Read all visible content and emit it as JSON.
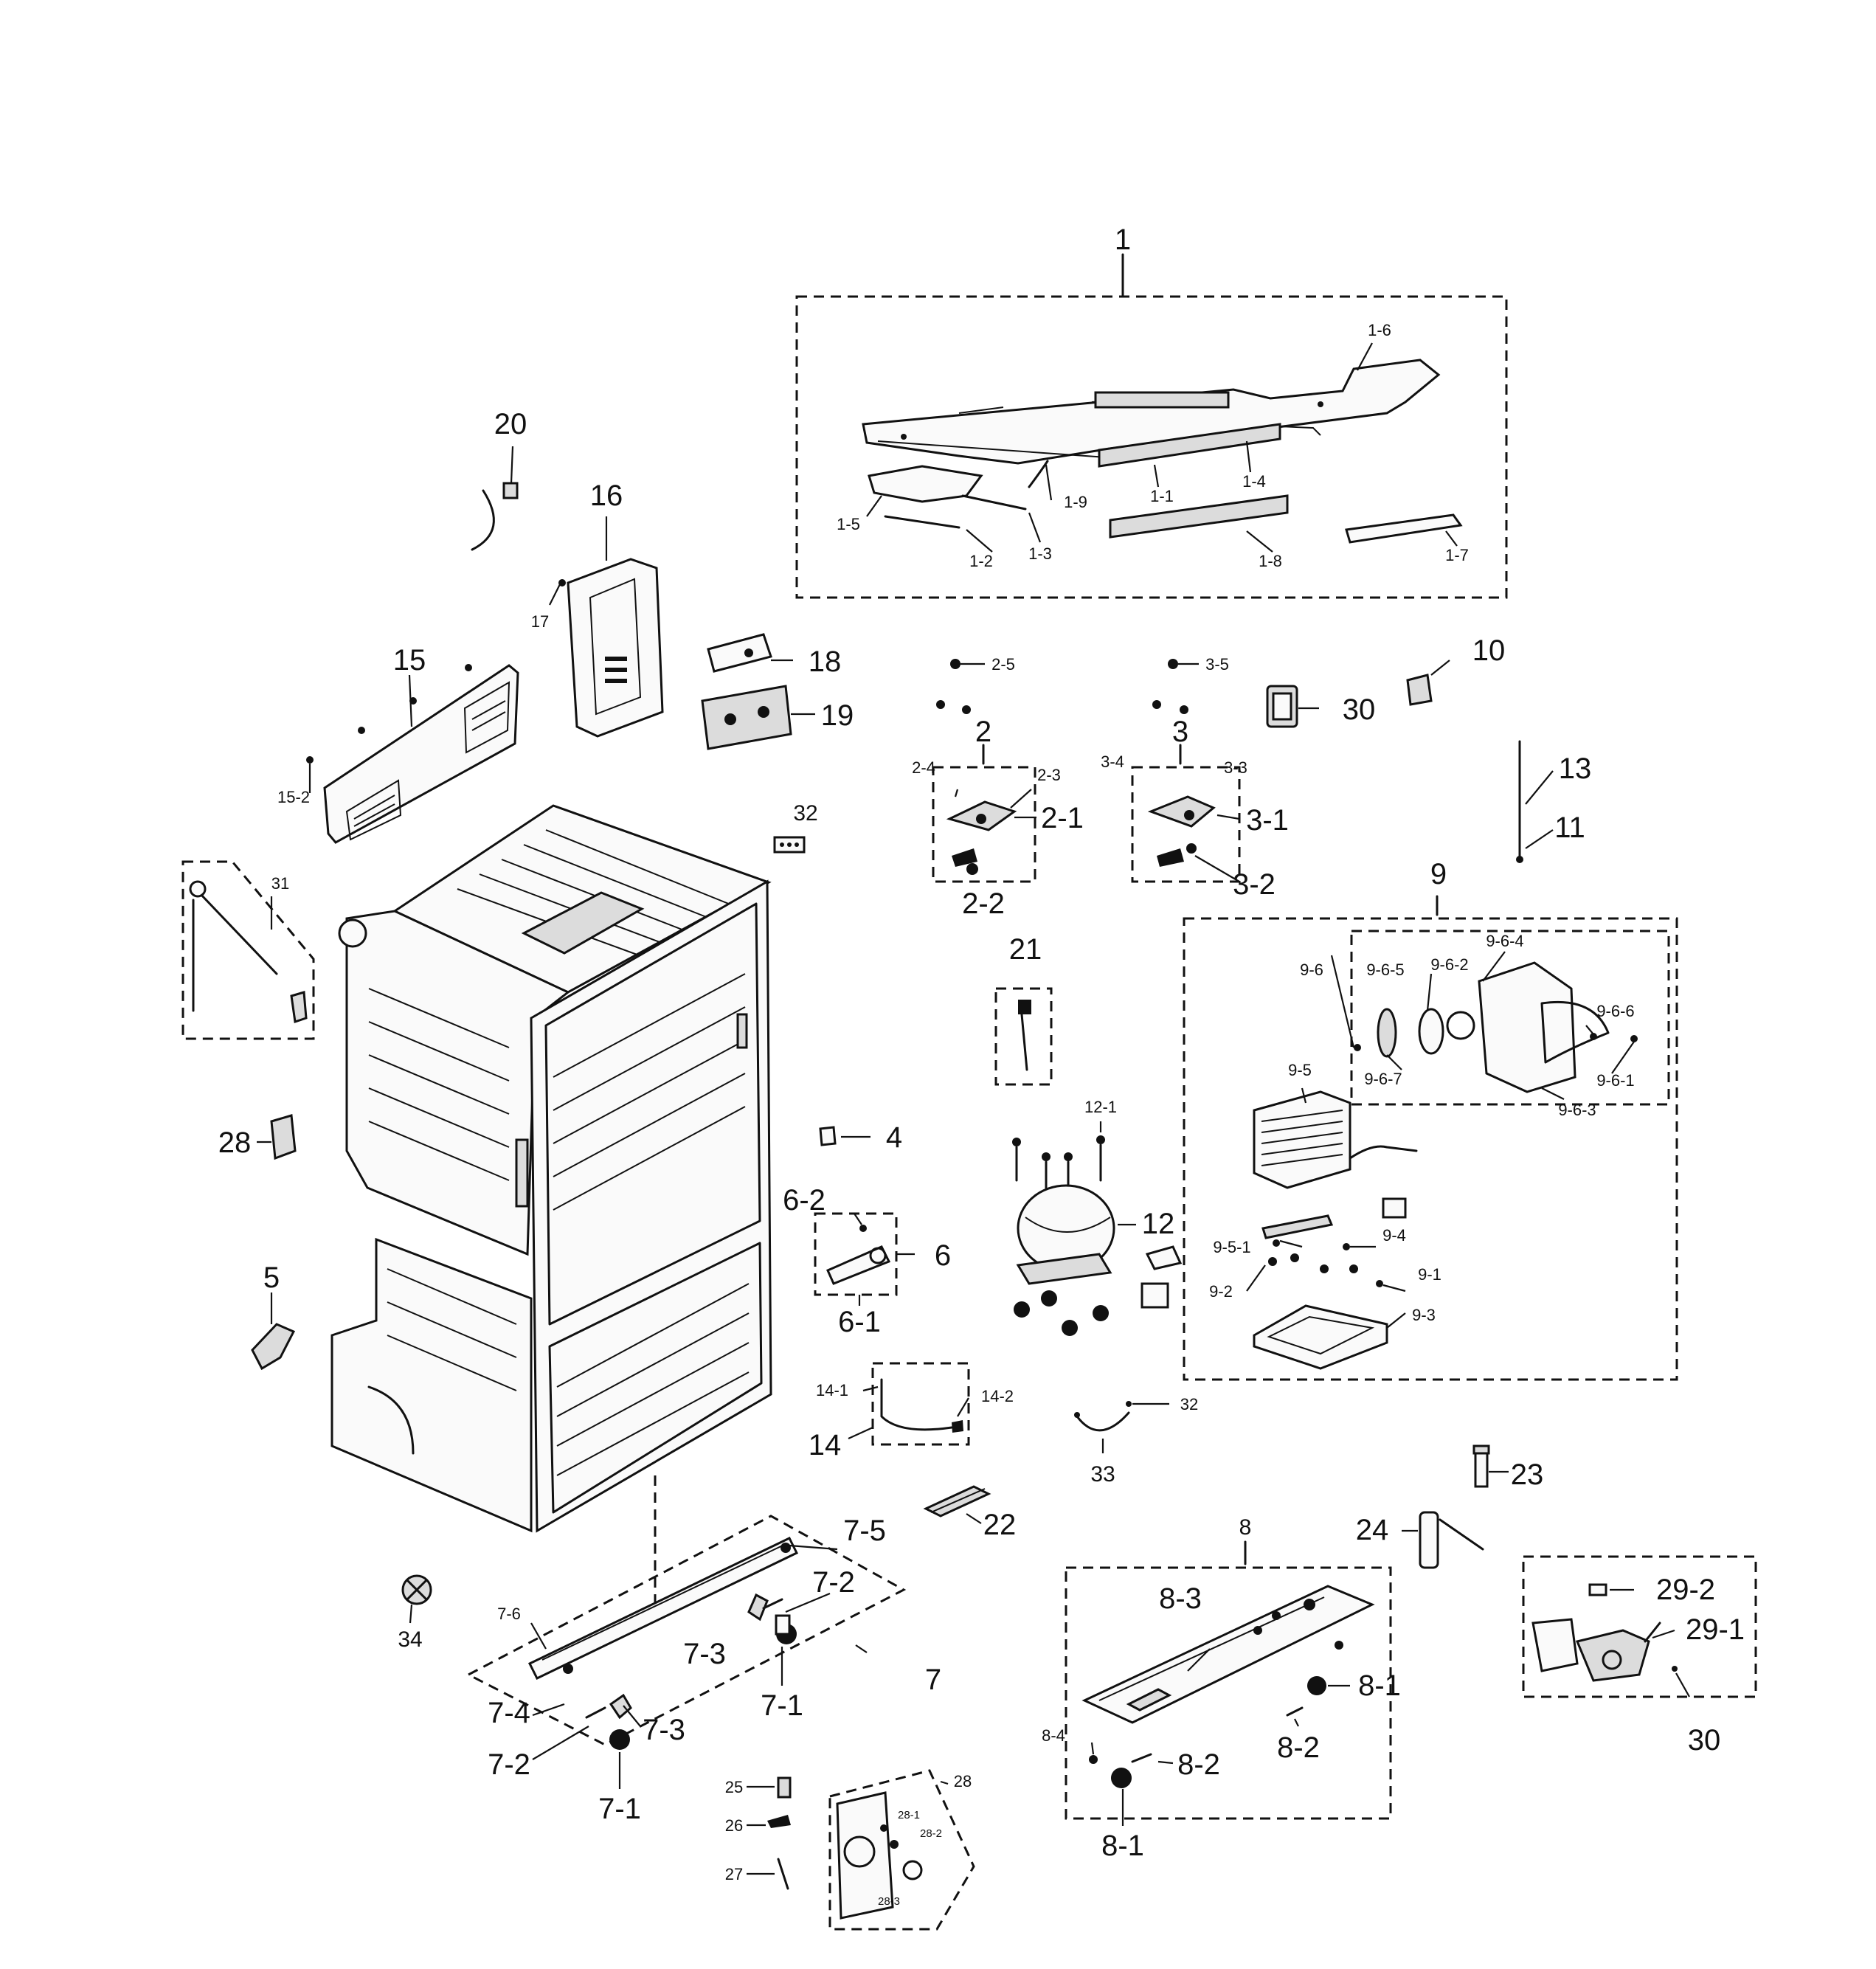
{
  "callouts": [
    {
      "id": "c-1",
      "text": "1",
      "size": "big"
    },
    {
      "id": "c-1-6",
      "text": "1-6",
      "size": "sml"
    },
    {
      "id": "c-1-1",
      "text": "1-1",
      "size": "sml"
    },
    {
      "id": "c-1-4",
      "text": "1-4",
      "size": "sml"
    },
    {
      "id": "c-1-9",
      "text": "1-9",
      "size": "sml"
    },
    {
      "id": "c-1-5",
      "text": "1-5",
      "size": "sml"
    },
    {
      "id": "c-1-2",
      "text": "1-2",
      "size": "sml"
    },
    {
      "id": "c-1-3",
      "text": "1-3",
      "size": "sml"
    },
    {
      "id": "c-1-8",
      "text": "1-8",
      "size": "sml"
    },
    {
      "id": "c-1-7",
      "text": "1-7",
      "size": "sml"
    },
    {
      "id": "c-20",
      "text": "20",
      "size": "big"
    },
    {
      "id": "c-16",
      "text": "16",
      "size": "big"
    },
    {
      "id": "c-17",
      "text": "17",
      "size": "sml"
    },
    {
      "id": "c-15",
      "text": "15",
      "size": "big"
    },
    {
      "id": "c-15-2",
      "text": "15-2",
      "size": "sml"
    },
    {
      "id": "c-18",
      "text": "18",
      "size": "big"
    },
    {
      "id": "c-19",
      "text": "19",
      "size": "big"
    },
    {
      "id": "c-2-5",
      "text": "2-5",
      "size": "sml"
    },
    {
      "id": "c-2",
      "text": "2",
      "size": "big"
    },
    {
      "id": "c-2-4",
      "text": "2-4",
      "size": "sml"
    },
    {
      "id": "c-2-3",
      "text": "2-3",
      "size": "sml"
    },
    {
      "id": "c-2-1",
      "text": "2-1",
      "size": "big"
    },
    {
      "id": "c-2-2",
      "text": "2-2",
      "size": "big"
    },
    {
      "id": "c-3-5",
      "text": "3-5",
      "size": "sml"
    },
    {
      "id": "c-3",
      "text": "3",
      "size": "big"
    },
    {
      "id": "c-3-4",
      "text": "3-4",
      "size": "sml"
    },
    {
      "id": "c-3-3",
      "text": "3-3",
      "size": "sml"
    },
    {
      "id": "c-3-1",
      "text": "3-1",
      "size": "big"
    },
    {
      "id": "c-3-2",
      "text": "3-2",
      "size": "big"
    },
    {
      "id": "c-30a",
      "text": "30",
      "size": "big"
    },
    {
      "id": "c-10",
      "text": "10",
      "size": "big"
    },
    {
      "id": "c-13",
      "text": "13",
      "size": "big"
    },
    {
      "id": "c-11",
      "text": "11",
      "size": "big"
    },
    {
      "id": "c-32a",
      "text": "32",
      "size": "mid"
    },
    {
      "id": "c-31",
      "text": "31",
      "size": "sml"
    },
    {
      "id": "c-9",
      "text": "9",
      "size": "big"
    },
    {
      "id": "c-9-6",
      "text": "9-6",
      "size": "sml"
    },
    {
      "id": "c-9-6-5",
      "text": "9-6-5",
      "size": "sml"
    },
    {
      "id": "c-9-6-2",
      "text": "9-6-2",
      "size": "sml"
    },
    {
      "id": "c-9-6-4",
      "text": "9-6-4",
      "size": "sml"
    },
    {
      "id": "c-9-6-6",
      "text": "9-6-6",
      "size": "sml"
    },
    {
      "id": "c-9-6-7",
      "text": "9-6-7",
      "size": "sml"
    },
    {
      "id": "c-9-6-1",
      "text": "9-6-1",
      "size": "sml"
    },
    {
      "id": "c-9-6-3",
      "text": "9-6-3",
      "size": "sml"
    },
    {
      "id": "c-9-5",
      "text": "9-5",
      "size": "sml"
    },
    {
      "id": "c-9-5-1",
      "text": "9-5-1",
      "size": "sml"
    },
    {
      "id": "c-9-4",
      "text": "9-4",
      "size": "sml"
    },
    {
      "id": "c-9-2",
      "text": "9-2",
      "size": "sml"
    },
    {
      "id": "c-9-1",
      "text": "9-1",
      "size": "sml"
    },
    {
      "id": "c-9-3",
      "text": "9-3",
      "size": "sml"
    },
    {
      "id": "c-21",
      "text": "21",
      "size": "big"
    },
    {
      "id": "c-12-1",
      "text": "12-1",
      "size": "sml"
    },
    {
      "id": "c-12",
      "text": "12",
      "size": "big"
    },
    {
      "id": "c-4",
      "text": "4",
      "size": "big"
    },
    {
      "id": "c-28a",
      "text": "28",
      "size": "big"
    },
    {
      "id": "c-6-2",
      "text": "6-2",
      "size": "big"
    },
    {
      "id": "c-6",
      "text": "6",
      "size": "big"
    },
    {
      "id": "c-6-1",
      "text": "6-1",
      "size": "big"
    },
    {
      "id": "c-5",
      "text": "5",
      "size": "big"
    },
    {
      "id": "c-14-1",
      "text": "14-1",
      "size": "sml"
    },
    {
      "id": "c-14-2",
      "text": "14-2",
      "size": "sml"
    },
    {
      "id": "c-14",
      "text": "14",
      "size": "big"
    },
    {
      "id": "c-32b",
      "text": "32",
      "size": "sml"
    },
    {
      "id": "c-33",
      "text": "33",
      "size": "mid"
    },
    {
      "id": "c-23",
      "text": "23",
      "size": "big"
    },
    {
      "id": "c-22",
      "text": "22",
      "size": "big"
    },
    {
      "id": "c-7-5",
      "text": "7-5",
      "size": "big"
    },
    {
      "id": "c-7-2a",
      "text": "7-2",
      "size": "big"
    },
    {
      "id": "c-7-6",
      "text": "7-6",
      "size": "sml"
    },
    {
      "id": "c-7-3a",
      "text": "7-3",
      "size": "big"
    },
    {
      "id": "c-7",
      "text": "7",
      "size": "big"
    },
    {
      "id": "c-7-1a",
      "text": "7-1",
      "size": "big"
    },
    {
      "id": "c-7-4",
      "text": "7-4",
      "size": "big"
    },
    {
      "id": "c-7-3b",
      "text": "7-3",
      "size": "big"
    },
    {
      "id": "c-7-2b",
      "text": "7-2",
      "size": "big"
    },
    {
      "id": "c-7-1b",
      "text": "7-1",
      "size": "big"
    },
    {
      "id": "c-34",
      "text": "34",
      "size": "mid"
    },
    {
      "id": "c-8",
      "text": "8",
      "size": "mid"
    },
    {
      "id": "c-8-3",
      "text": "8-3",
      "size": "big"
    },
    {
      "id": "c-8-1a",
      "text": "8-1",
      "size": "big"
    },
    {
      "id": "c-8-2a",
      "text": "8-2",
      "size": "big"
    },
    {
      "id": "c-8-4",
      "text": "8-4",
      "size": "sml"
    },
    {
      "id": "c-8-2b",
      "text": "8-2",
      "size": "big"
    },
    {
      "id": "c-8-1b",
      "text": "8-1",
      "size": "big"
    },
    {
      "id": "c-24",
      "text": "24",
      "size": "big"
    },
    {
      "id": "c-29-2",
      "text": "29-2",
      "size": "big"
    },
    {
      "id": "c-29-1",
      "text": "29-1",
      "size": "big"
    },
    {
      "id": "c-30b",
      "text": "30",
      "size": "big"
    },
    {
      "id": "c-25",
      "text": "25",
      "size": "sml"
    },
    {
      "id": "c-26",
      "text": "26",
      "size": "sml"
    },
    {
      "id": "c-27",
      "text": "27",
      "size": "sml"
    },
    {
      "id": "c-28b",
      "text": "28",
      "size": "sml"
    },
    {
      "id": "c-28-1",
      "text": "28-1",
      "size": "tiny"
    },
    {
      "id": "c-28-2",
      "text": "28-2",
      "size": "tiny"
    },
    {
      "id": "c-28-3",
      "text": "28-3",
      "size": "tiny"
    }
  ]
}
